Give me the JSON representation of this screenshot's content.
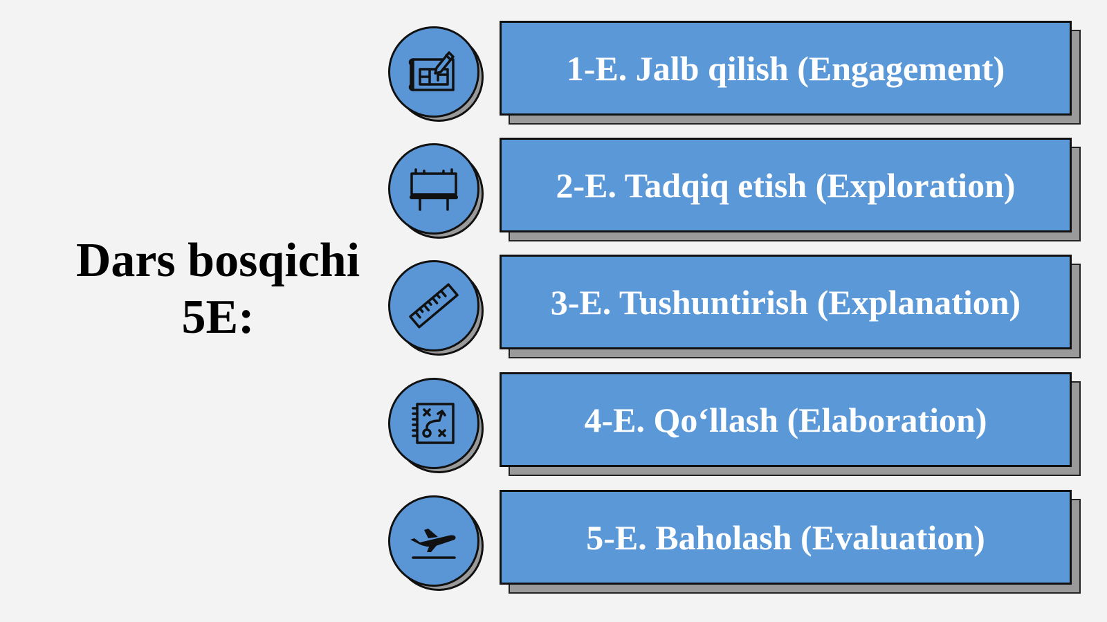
{
  "title": {
    "line1": "Dars bosqichi",
    "line2": "5E:"
  },
  "steps": [
    {
      "label": "1-E. Jalb qilish (Engagement)",
      "icon": "blueprint-icon"
    },
    {
      "label": "2-E. Tadqiq etish (Exploration)",
      "icon": "billboard-icon"
    },
    {
      "label": "3-E. Tushuntirish (Explanation)",
      "icon": "ruler-icon"
    },
    {
      "label": "4-E. Qo‘llash (Elaboration)",
      "icon": "strategy-board-icon"
    },
    {
      "label": "5-E. Baholash (Evaluation)",
      "icon": "airplane-takeoff-icon"
    }
  ],
  "colors": {
    "background": "#f3f3f3",
    "box_fill": "#5b98d8",
    "circle_fill": "#5a96d6",
    "shadow": "#9a9a9a",
    "text_light": "#ffffff",
    "text_dark": "#000000"
  }
}
